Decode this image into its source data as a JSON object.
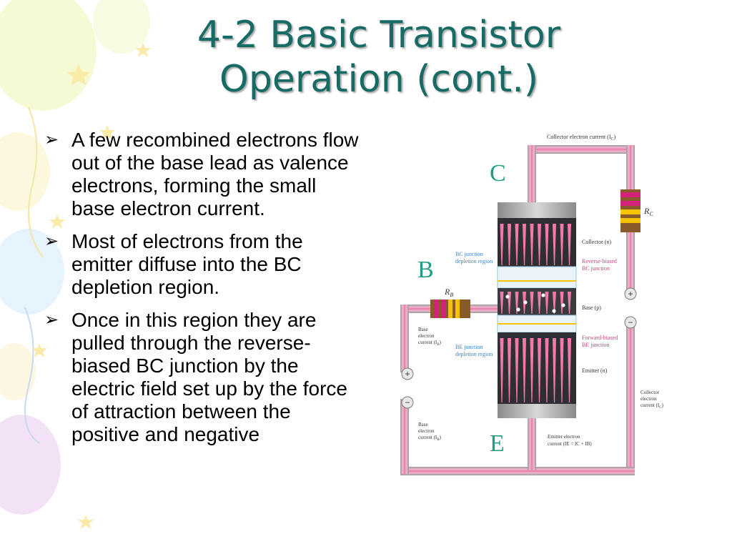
{
  "slide": {
    "title_line1": "4-2 Basic Transistor",
    "title_line2": "Operation (cont.)",
    "bullets": [
      "A few recombined electrons flow out of the base lead as valence electrons, forming the small base electron current.",
      "Most of electrons from the emitter diffuse into the BC depletion region.",
      "Once in this region they are pulled through the reverse-biased BC junction by the electric field set up by the force of attraction between the positive and negative"
    ],
    "bullet_glyph": "➢"
  },
  "diagram": {
    "collector_current": "Collector electron current (I",
    "collector_current_sub": "C",
    "terminal_c": "C",
    "terminal_b": "B",
    "terminal_e": "E",
    "rc_label": "R",
    "rc_sub": "C",
    "rb_label": "R",
    "rb_sub": "B",
    "collector_region": "Collector (n)",
    "base_region": "Base (p)",
    "emitter_region": "Emitter (n)",
    "bc_depletion_1": "BC junction",
    "bc_depletion_2": "depletion region",
    "reverse_biased_1": "Reverse-biased",
    "reverse_biased_2": "BC junction",
    "forward_biased_1": "Forward-biased",
    "forward_biased_2": "BE junction",
    "be_depletion_1": "BE junction",
    "be_depletion_2": "depletion region",
    "base_current_1": "Base",
    "base_current_2": "electron",
    "base_current_3": "current (I",
    "base_current_sub": "B",
    "base_current_b_1": "Base",
    "base_current_b_2": "electron",
    "base_current_b_3": "current (I",
    "collector_right_1": "Collector",
    "collector_right_2": "electron",
    "collector_right_3": "current (I",
    "collector_right_sub": "C",
    "emitter_current_1": "Emitter electron",
    "emitter_current_2": "current (I",
    "emitter_current_formula": "E = IC + IB)",
    "plus": "+",
    "minus": "−",
    "close_paren": ")"
  },
  "colors": {
    "title": "#176b65",
    "wire": "#e979a7",
    "wire_edge": "#b0b0b0",
    "semiconductor": "#2f2f33",
    "accent_green": "#1f9e83",
    "depletion": "#e8f2f7"
  }
}
